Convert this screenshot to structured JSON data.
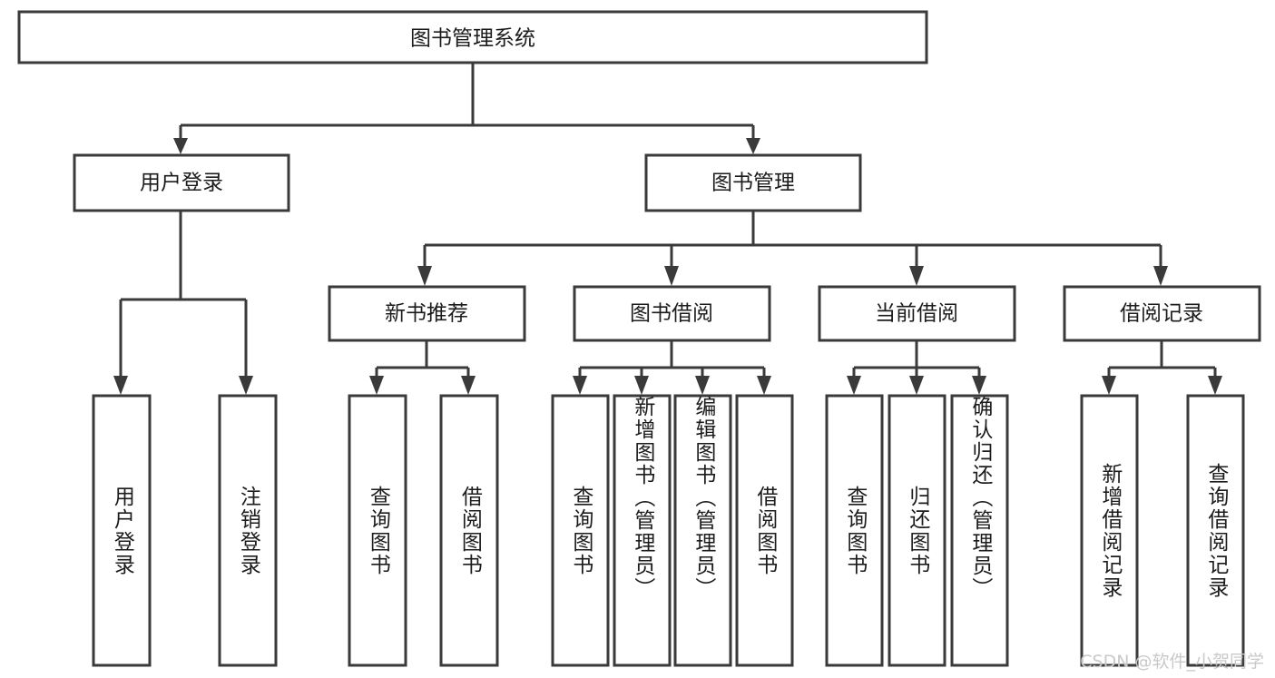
{
  "diagram": {
    "type": "tree-hierarchy",
    "title": "图书管理系统",
    "root": {
      "id": "root",
      "label": "图书管理系统",
      "level": 0
    },
    "level2": [
      {
        "id": "user-login",
        "label": "用户登录"
      },
      {
        "id": "book-manage",
        "label": "图书管理"
      }
    ],
    "level3": [
      {
        "id": "new-book-recommend",
        "label": "新书推荐",
        "parent": "book-manage"
      },
      {
        "id": "book-borrow",
        "label": "图书借阅",
        "parent": "book-manage"
      },
      {
        "id": "current-borrow",
        "label": "当前借阅",
        "parent": "book-manage"
      },
      {
        "id": "borrow-record",
        "label": "借阅记录",
        "parent": "book-manage"
      }
    ],
    "leaves": [
      {
        "id": "leaf-user-login",
        "label": "用户登录",
        "parent": "user-login"
      },
      {
        "id": "leaf-logout-login",
        "label": "注销登录",
        "parent": "user-login"
      },
      {
        "id": "leaf-query-book-1",
        "label": "查询图书",
        "parent": "new-book-recommend"
      },
      {
        "id": "leaf-borrow-book-1",
        "label": "借阅图书",
        "parent": "new-book-recommend"
      },
      {
        "id": "leaf-query-book-2",
        "label": "查询图书",
        "parent": "book-borrow"
      },
      {
        "id": "leaf-add-book",
        "label": "新增图书（管理员）",
        "parent": "book-borrow"
      },
      {
        "id": "leaf-edit-book",
        "label": "编辑图书（管理员）",
        "parent": "book-borrow"
      },
      {
        "id": "leaf-borrow-book-2",
        "label": "借阅图书",
        "parent": "book-borrow"
      },
      {
        "id": "leaf-query-book-3",
        "label": "查询图书",
        "parent": "current-borrow"
      },
      {
        "id": "leaf-return-book",
        "label": "归还图书",
        "parent": "current-borrow"
      },
      {
        "id": "leaf-confirm-return",
        "label": "确认归还（管理员）",
        "parent": "current-borrow"
      },
      {
        "id": "leaf-add-record",
        "label": "新增借阅记录",
        "parent": "borrow-record"
      },
      {
        "id": "leaf-query-record",
        "label": "查询借阅记录",
        "parent": "borrow-record"
      }
    ],
    "watermark": "CSDN @软件_小贺同学",
    "colors": {
      "background": "#ffffff",
      "box_stroke": "#3a3a3a",
      "box_fill": "#ffffff",
      "text": "#1c1c1c",
      "watermark": "#c9c9c9"
    }
  }
}
